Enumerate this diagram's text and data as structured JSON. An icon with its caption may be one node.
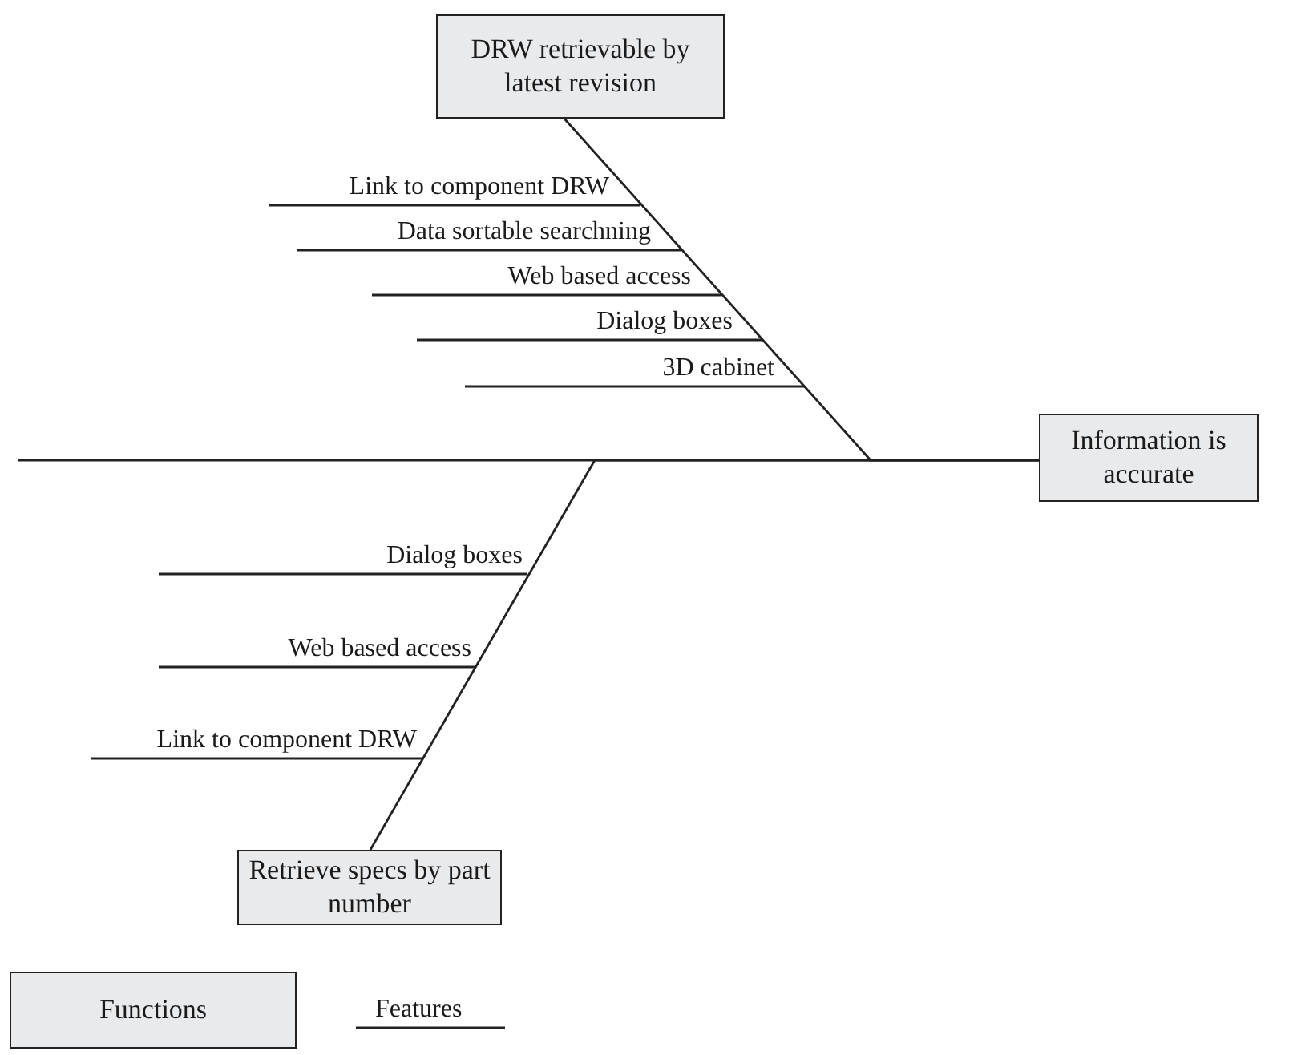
{
  "diagram": {
    "nodes": [
      {
        "text": [
          "DRW retrievable by latest revision"
        ]
      },
      {
        "text": [
          "Information is accurate"
        ]
      },
      {
        "text": [
          "Retrieve specs by part number"
        ]
      }
    ],
    "edges": [
      {
        "from": 0,
        "to": 1,
        "arrow": "none"
      },
      {
        "from": 2,
        "to": 1,
        "arrow": "none"
      },
      {
        "from": null,
        "to": 1,
        "arrow": "none"
      }
    ],
    "labels": [
      "Link to component DRW",
      "Data sortable searchning",
      "Web based access",
      "Dialog boxes",
      "3D cabinet",
      "Dialog boxes",
      "Web based access",
      "Link to component DRW"
    ],
    "legend": [
      {
        "text": "Functions"
      },
      {
        "text": "Features"
      }
    ]
  }
}
